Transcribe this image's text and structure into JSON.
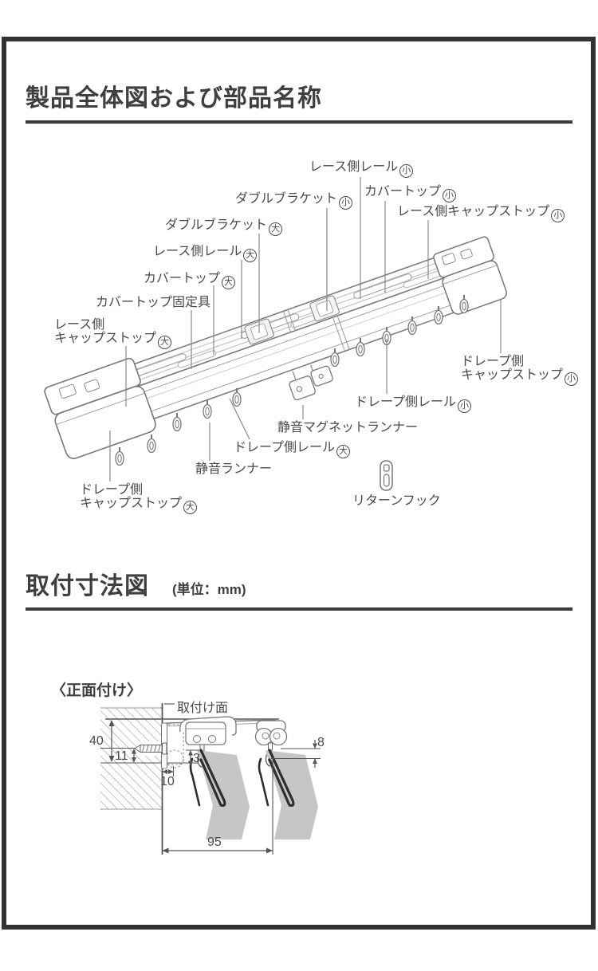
{
  "page": {
    "bg_color": "#ffffff",
    "frame_color": "#333333",
    "text_color": "#4a4a4a",
    "line_color": "#777777",
    "curtain_fill": "#c6c6c8"
  },
  "section1": {
    "title": "製品全体図および部品名称"
  },
  "section2": {
    "title": "取付寸法図",
    "unit_note": "(単位：mm)"
  },
  "parts_labels": [
    {
      "name": "lace-rail-small",
      "line1": "レース側レール",
      "size": "小"
    },
    {
      "name": "cover-top-small",
      "line1": "カバートップ",
      "size": "小"
    },
    {
      "name": "lace-capstop-small",
      "line1": "レース側キャップストップ",
      "size": "小"
    },
    {
      "name": "double-bracket-small",
      "line1": "ダブルブラケット",
      "size": "小"
    },
    {
      "name": "double-bracket-large",
      "line1": "ダブルブラケット",
      "size": "大"
    },
    {
      "name": "lace-rail-large",
      "line1": "レース側レール",
      "size": "大"
    },
    {
      "name": "cover-top-large",
      "line1": "カバートップ",
      "size": "大"
    },
    {
      "name": "cover-top-fixer",
      "line1": "カバートップ固定具"
    },
    {
      "name": "lace-capstop-large",
      "line1": "レース側",
      "line2": "キャップストップ",
      "size": "大"
    },
    {
      "name": "drape-capstop-small",
      "line1": "ドレープ側",
      "line2": "キャップストップ",
      "size": "小"
    },
    {
      "name": "drape-rail-small",
      "line1": "ドレープ側レール",
      "size": "小"
    },
    {
      "name": "magnet-runner",
      "line1": "静音マグネットランナー"
    },
    {
      "name": "drape-rail-large",
      "line1": "ドレープ側レール",
      "size": "大"
    },
    {
      "name": "silent-runner",
      "line1": "静音ランナー"
    },
    {
      "name": "drape-capstop-large",
      "line1": "ドレープ側",
      "line2": "キャップストップ",
      "size": "大"
    },
    {
      "name": "return-hook",
      "line1": "リターンフック"
    }
  ],
  "mounting_diagram": {
    "heading": "〈正面付け〉",
    "surface_label": "取付け面",
    "dimensions": {
      "wall_height": "40",
      "screw_offset": "11",
      "hook_gap": "3",
      "bracket_depth": "10",
      "drop": "8",
      "rail_pitch": "95"
    }
  }
}
